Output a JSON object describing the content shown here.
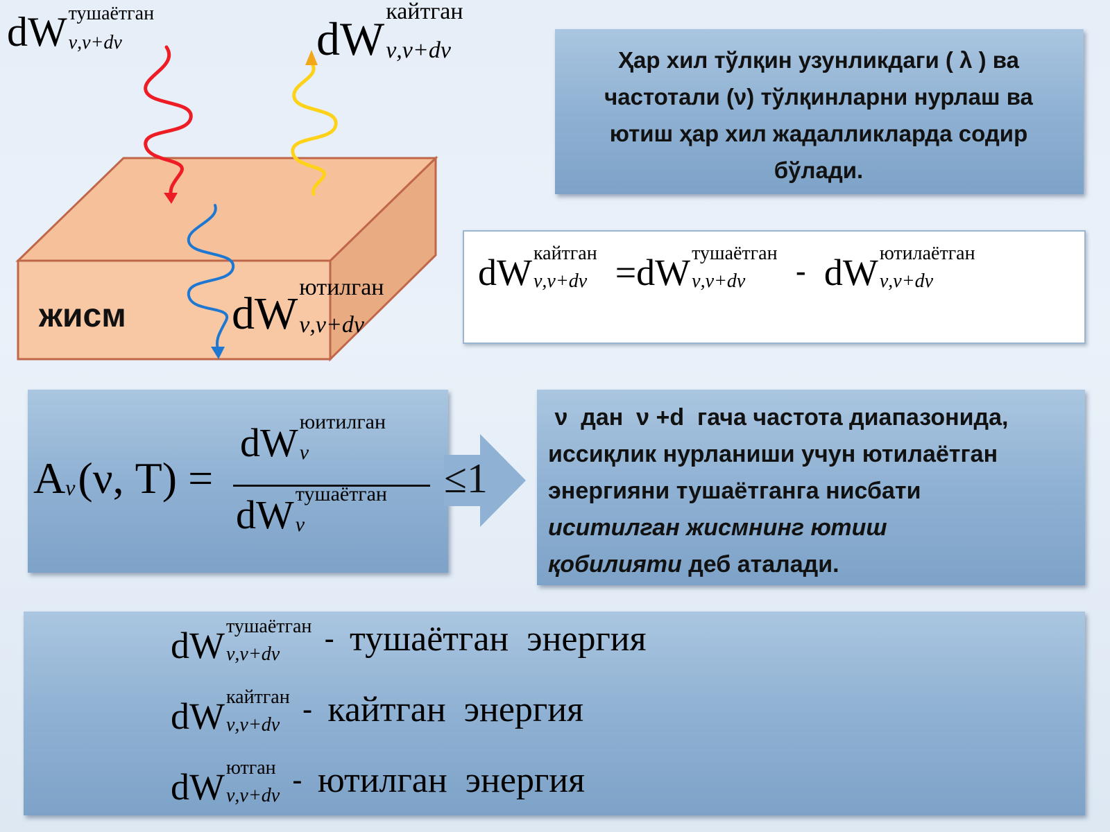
{
  "math": {
    "dW": "dW",
    "sub_range": "ν,ν+dν",
    "sub_nu": "ν"
  },
  "sup": {
    "incident": "тушаётган",
    "reflected": "кайтган",
    "absorbed_body": "ютилган",
    "absorbed_eq": "ютилаётган",
    "absorbed_frac": "юитилган",
    "absorbed_def": "ютган"
  },
  "body_label": "жисм",
  "top_box": {
    "text": "Ҳар хил тўлқин узунликдаги  ( λ ) ва частотали  (ν)  тўлқинларни нурлаш ва ютиш  ҳар хил жадалликларда содир бўлади."
  },
  "equation": {
    "equals": "=",
    "minus": "-"
  },
  "formula": {
    "lhs": "A",
    "lhs_sub": "ν",
    "lhs_args": "(ν, T) =",
    "leq": "≤1"
  },
  "right_box": {
    "line1": " ν  дан  ν +d  гача частота диапазонида,",
    "line2": "иссиқлик нурланиши учун ютилаётган",
    "line3": "энергияни тушаётганга нисбати",
    "line4_italic": "иситилган жисмнинг ютиш",
    "line5_italic": "қобилияти",
    "line5_rest": " деб аталади."
  },
  "legend": {
    "dash": "-",
    "incident_label": "тушаётган  энергия",
    "reflected_label": "кайтган  энергия",
    "absorbed_label": "ютилган  энергия"
  },
  "colors": {
    "box_front": "#f8c7a4",
    "box_top": "#f6c19a",
    "box_side": "#e9ab82",
    "box_edge": "#c0674a",
    "incident_wave": "#ee1c24",
    "reflected_wave": "#ffd21a",
    "absorbed_wave": "#1e78d2",
    "reflected_arrow": "#f2a818"
  }
}
